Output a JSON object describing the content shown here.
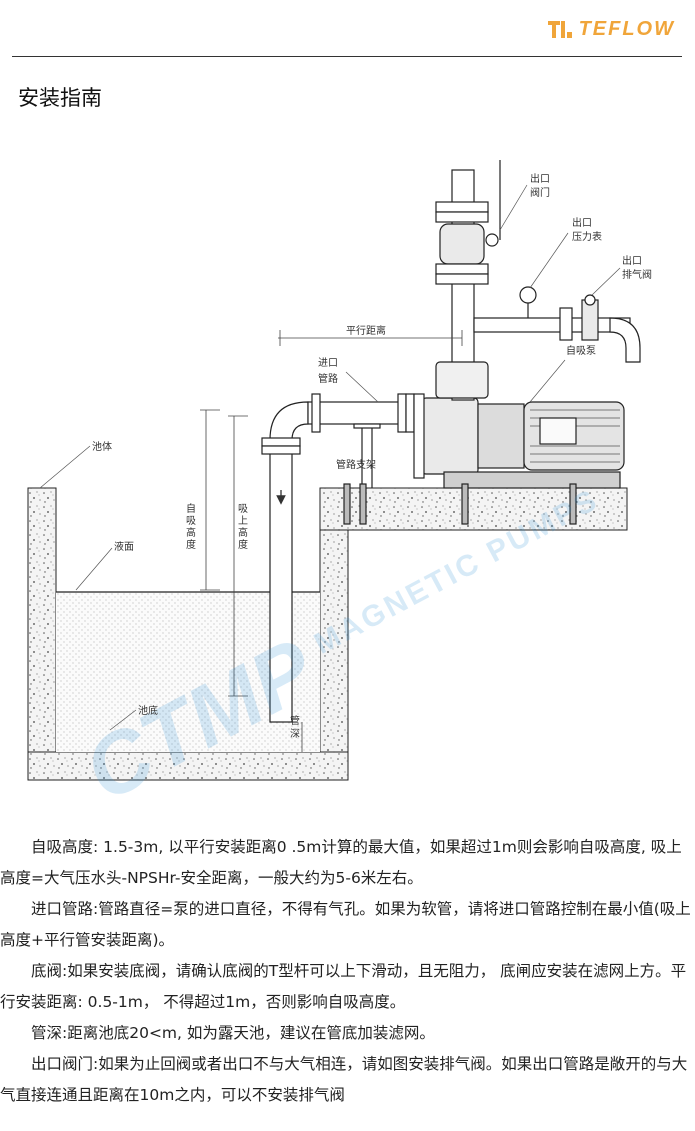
{
  "header": {
    "logo_text": "TEFLOW",
    "logo_color": "#f0a53a"
  },
  "page_title": "安装指南",
  "diagram": {
    "labels": {
      "outlet_valve": [
        "出口",
        "阀门"
      ],
      "pressure_gauge": [
        "出口",
        "压力表"
      ],
      "vent_valve": [
        "出口",
        "排气阀"
      ],
      "parallel_distance": "平行距离",
      "inlet_pipe": [
        "进口",
        "管路"
      ],
      "self_priming_pump": "自吸泵",
      "pipe_support": "管路支架",
      "pool_body": "池体",
      "liquid_level": "液面",
      "self_priming_height": [
        "自",
        "吸",
        "高",
        "度"
      ],
      "suction_height": [
        "吸",
        "上",
        "高",
        "度"
      ],
      "pool_bottom": "池底",
      "pipe_depth": [
        "管",
        "深"
      ]
    },
    "watermark": {
      "brand": "CTMP",
      "text": "MAGNETIC PUMPS"
    }
  },
  "paragraphs": [
    "自吸高度: 1.5-3m, 以平行安装距离0 .5m计算的最大值，如果超过1m则会影响自吸高度, 吸上高度=大气压水头-NPSHr-安全距离，一般大约为5-6米左右。",
    "进口管路:管路直径=泵的进口直径，不得有气孔。如果为软管，请将进口管路控制在最小值(吸上高度+平行管安装距离)。",
    "底阀:如果安装底阀，请确认底阀的T型杆可以上下滑动，且无阻力， 底闸应安装在滤网上方。平行安装距离: 0.5-1m， 不得超过1m，否则影响自吸高度。",
    "管深:距离池底20<m, 如为露天池，建议在管底加装滤网。",
    "出口阀门:如果为止回阀或者出口不与大气相连，请如图安装排气阀。如果出口管路是敞开的与大气直接连通且距离在10m之内，可以不安装排气阀"
  ]
}
